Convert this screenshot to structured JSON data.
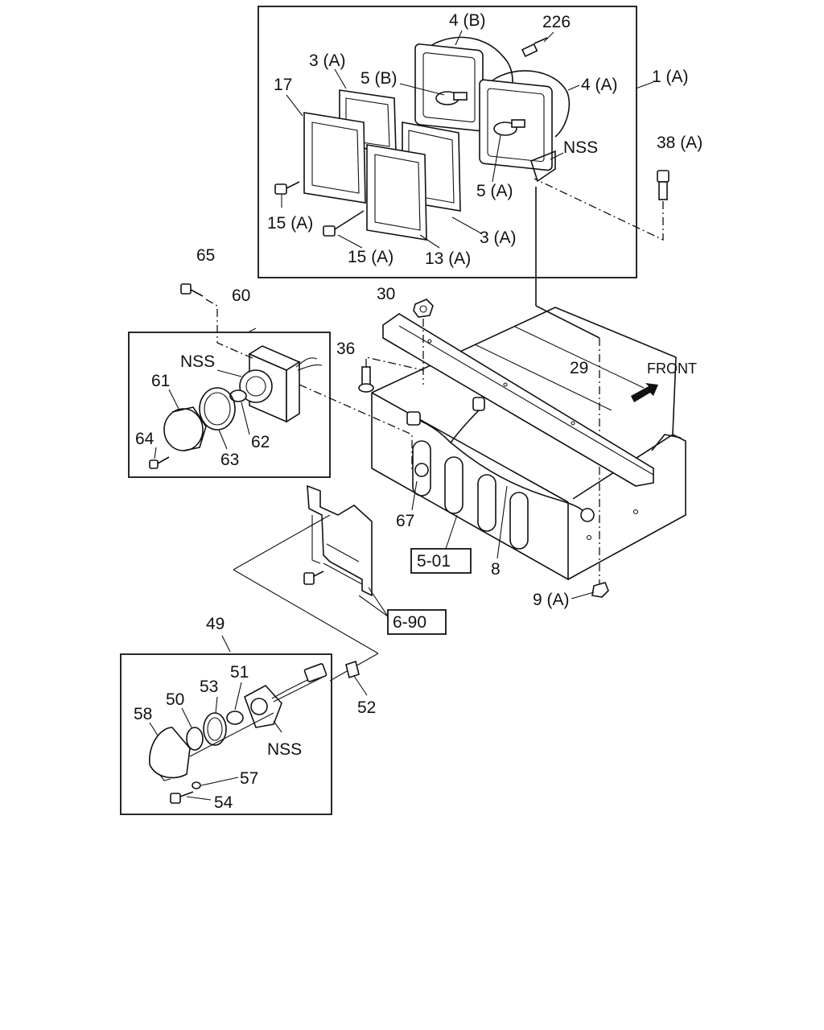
{
  "labels": {
    "p1a": "1 (A)",
    "p3a_top": "3 (A)",
    "p3a_bot": "3 (A)",
    "p4b": "4 (B)",
    "p4a": "4 (A)",
    "p5b": "5 (B)",
    "p5a": "5 (A)",
    "p226": "226",
    "p17": "17",
    "p13a": "13 (A)",
    "p15a_1": "15 (A)",
    "p15a_2": "15 (A)",
    "p38a": "38 (A)",
    "nss_head": "NSS",
    "p65": "65",
    "p60": "60",
    "nss_side": "NSS",
    "p61": "61",
    "p62": "62",
    "p63": "63",
    "p64": "64",
    "p30": "30",
    "p36": "36",
    "p29": "29",
    "front": "FRONT",
    "p67": "67",
    "ref501": "5-01",
    "p8": "8",
    "p9a": "9 (A)",
    "ref690": "6-90",
    "p49": "49",
    "p51": "51",
    "p53": "53",
    "p50": "50",
    "p58": "58",
    "p52": "52",
    "nss_rear": "NSS",
    "p57": "57",
    "p54": "54"
  }
}
